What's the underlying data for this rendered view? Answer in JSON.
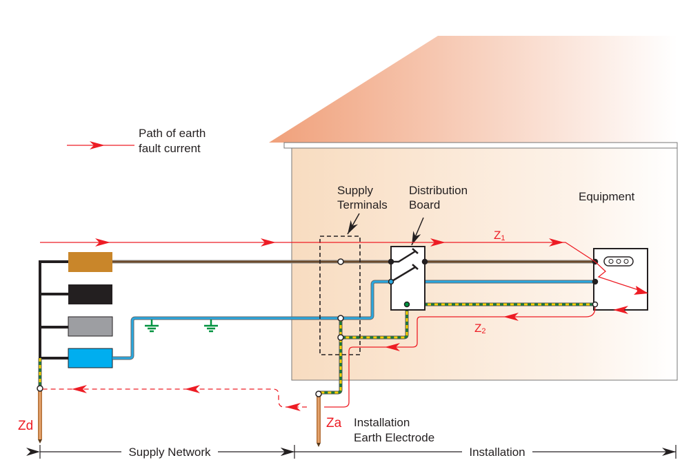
{
  "legend": {
    "line1": "Path of earth",
    "line2": "fault current"
  },
  "labels": {
    "supply_terminals": [
      "Supply",
      "Terminals"
    ],
    "distribution_board": [
      "Distribution",
      "Board"
    ],
    "equipment": "Equipment",
    "installation_earth_electrode": [
      "Installation",
      "Earth Electrode"
    ],
    "z1": "Z",
    "z1_sub": "1",
    "z2": "Z",
    "z2_sub": "2",
    "zd": "Zd",
    "za": "Za"
  },
  "dimensions": {
    "supply_network": "Supply Network",
    "installation": "Installation"
  },
  "colors": {
    "fault_path": "#ed1c24",
    "line_conductor": "#6b4a2b",
    "neutral_conductor": "#29a8e0",
    "earth_conductor_green": "#1a7a3a",
    "earth_conductor_yellow": "#f5d000",
    "phase_l1": "#c9862a",
    "phase_l2": "#231f20",
    "phase_l3": "#9d9ea2",
    "neutral_source": "#00aeef",
    "building": "#f8dcc0",
    "roof": "#f0a07a"
  }
}
